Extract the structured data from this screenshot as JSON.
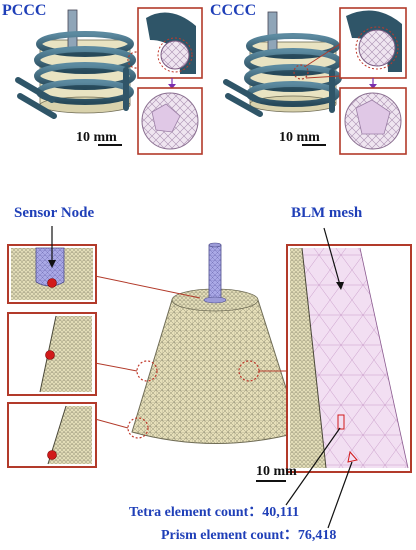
{
  "labels": {
    "pccc": "PCCC",
    "cccc": "CCCC",
    "scale_top_left": "10 mm",
    "scale_top_right": "10 mm",
    "sensor_node": "Sensor Node",
    "blm_mesh": "BLM mesh",
    "scale_bottom": "10 mm",
    "tetra_count": "Tetra element count：40,111",
    "prism_count": "Prism element count：76,418"
  },
  "colors": {
    "label_blue": "#1f3fb8",
    "frame_red": "#b23a2a",
    "coil_teal": "#3d6f82",
    "mesh_body": "#e6dfb9",
    "mesh_line": "#8d8a70",
    "sensor_red": "#d11a1a",
    "blm_pink": "#f2dff2"
  }
}
